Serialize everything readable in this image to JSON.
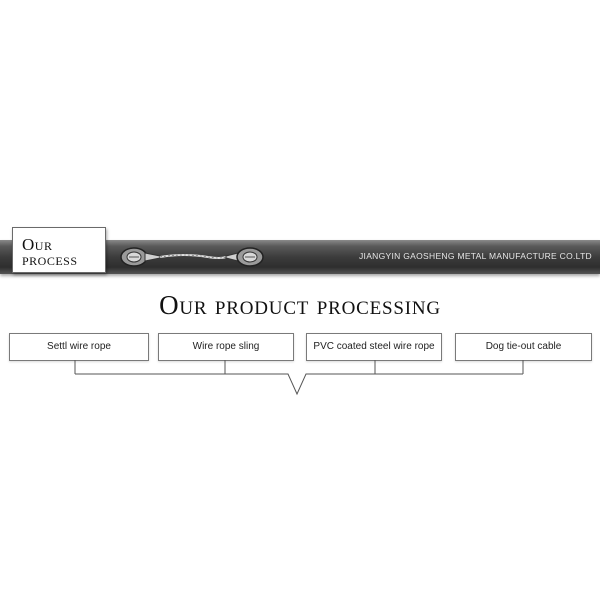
{
  "process_label": "Our process",
  "company": "JIANGYIN GAOSHENG METAL MANUFACTURE CO.LTD",
  "heading": "Our product processing",
  "products": [
    {
      "label": "Settl wire rope"
    },
    {
      "label": "Wire rope sling"
    },
    {
      "label": "PVC coated steel wire rope"
    },
    {
      "label": "Dog tie-out cable"
    }
  ],
  "colors": {
    "banner": "#3c3c3c",
    "banner_text": "#e6e6e6",
    "border": "#7a7a7a"
  },
  "icons": [
    "wire-rope-sling-icon"
  ]
}
